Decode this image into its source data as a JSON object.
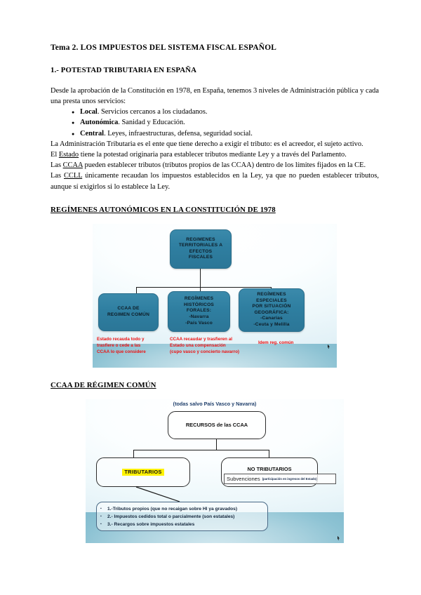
{
  "document": {
    "title": "Tema 2. LOS IMPUESTOS DEL SISTEMA FISCAL ESPAÑOL",
    "section_1_title": "1.- POTESTAD TRIBUTARIA EN ESPAÑA",
    "intro": "Desde la aprobación de la Constitución en 1978, en España, tenemos 3 niveles de Administración pública y cada una presta unos servicios:",
    "levels": [
      {
        "term": "Local",
        "desc": ". Servicios cercanos a los ciudadanos."
      },
      {
        "term": "Autonómica",
        "desc": ". Sanidad y Educación."
      },
      {
        "term": "Central",
        "desc": ". Leyes, infraestructuras, defensa, seguridad social."
      }
    ],
    "paragraphs": {
      "p1": "La Administración Tributaria es el ente que tiene derecho a exigir el tributo: es el acreedor, el sujeto activo.",
      "p2_pre": "El ",
      "p2_link": "Estado",
      "p2_post": " tiene la potestad originaria para establecer tributos mediante Ley y a través del Parlamento.",
      "p3_pre": "Las ",
      "p3_link": "CCAA",
      "p3_post": " pueden establecer tributos (tributos propios de las CCAA) dentro de los límites fijados en la CE.",
      "p4_pre": "Las ",
      "p4_link": "CCLL",
      "p4_post": " únicamente recaudan los impuestos establecidos en la Ley, ya que no pueden establecer tributos, aunque sí exigirlos si lo establece la Ley."
    },
    "heading_diagram_1": "REGÍMENES AUTONÓMICOS EN LA CONSTITUCIÓN DE 1978",
    "heading_diagram_2": "CCAA DE RÉGIMEN COMÚN"
  },
  "diagram1": {
    "accent_color": "#2f7fa1",
    "caption_color": "#ee1111",
    "root": "REGIMENES\nTERRITORIALES A\nEFECTOS\nFISCALES",
    "nodes": [
      {
        "label": "CCAA DE\nREGIMEN COMÚN"
      },
      {
        "label": "REGÍMENES\nHISTÓRICOS\nFORALES:\n-Navarra\n-País Vasco"
      },
      {
        "label": "REGÍMENES\nESPECIALES\nPOR SITUACIÓN\nGEOGRÁFICA:\n-Canarias\n-Ceuta y Melilla"
      }
    ],
    "captions": [
      "Estado recauda todo y\ntrasfiere o cede a las\nCCAA lo que considere",
      "CCAA recaudar y trasfieren al\nEstado una compensación\n(cupo vasco y concierto navarro)",
      "Idem reg. común"
    ]
  },
  "diagram2": {
    "subtitle": "(todas salvo País Vasco y Navarra)",
    "root": "RECURSOS de las CCAA",
    "branch_left": "TRIBUTARIOS",
    "branch_right": "NO TRIBUTARIOS",
    "subvenciones_label": "Subvenciones",
    "subvenciones_note": "(participación en ingresos del Estado)",
    "highlight_color": "#fff200",
    "list": [
      "1.-Tributos propios (que no recaigan sobre HI ya gravados)",
      "2.- Impuestos cedidos total o parcialmente (son estatales)",
      "3.- Recargos sobre impuestos estatales"
    ]
  }
}
